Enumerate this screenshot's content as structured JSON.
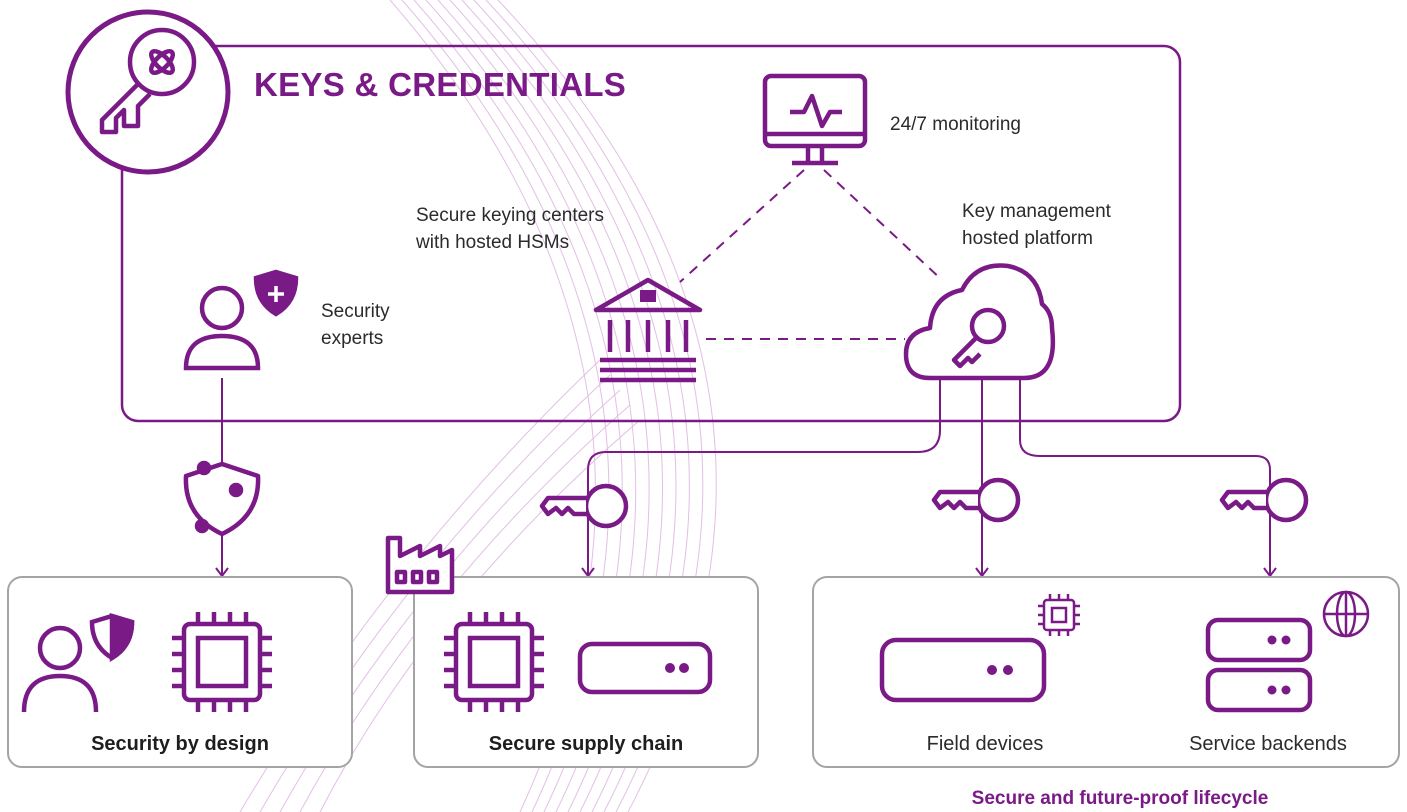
{
  "title": "KEYS & CREDENTIALS",
  "nodes": {
    "monitoring": "24/7 monitoring",
    "keying_centers_line1": "Secure keying centers",
    "keying_centers_line2": "with hosted HSMs",
    "key_mgmt_line1": "Key management",
    "key_mgmt_line2": "hosted platform",
    "experts_line1": "Security",
    "experts_line2": "experts"
  },
  "boxes": {
    "security_by_design": "Security by design",
    "secure_supply_chain": "Secure supply chain",
    "field_devices": "Field devices",
    "service_backends": "Service backends"
  },
  "footer": "Secure and future-proof lifecycle",
  "colors": {
    "accent": "#7a1a86",
    "accent_light": "#9b3aa6",
    "frame": "#a4a4a4",
    "bg_lines": "#e3bfe6"
  }
}
